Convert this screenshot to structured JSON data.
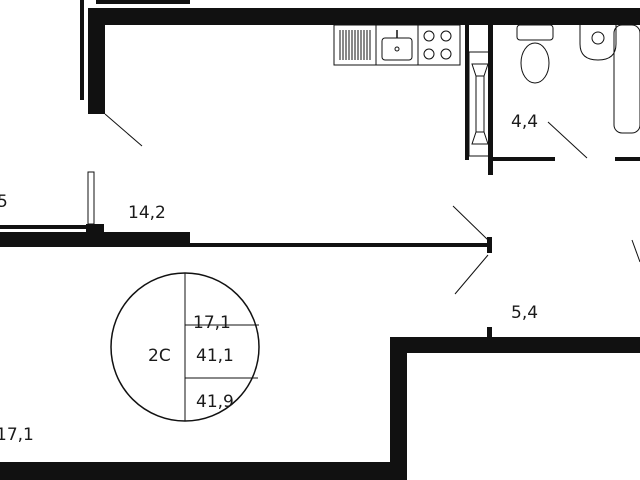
{
  "plan": {
    "rooms": [
      {
        "id": "balcony-left",
        "area": "5"
      },
      {
        "id": "kitchen-living",
        "area": "14,2"
      },
      {
        "id": "bathroom",
        "area": "4,4"
      },
      {
        "id": "hallway",
        "area": "5,4"
      },
      {
        "id": "bedroom",
        "area": "17,1"
      }
    ],
    "summary": {
      "type": "2С",
      "living_area": "17,1",
      "total_area": "41,1",
      "total_with_balcony": "41,9"
    },
    "colors": {
      "wall": "#111111",
      "background": "#ffffff",
      "watermark": "#c8c8c8"
    }
  }
}
